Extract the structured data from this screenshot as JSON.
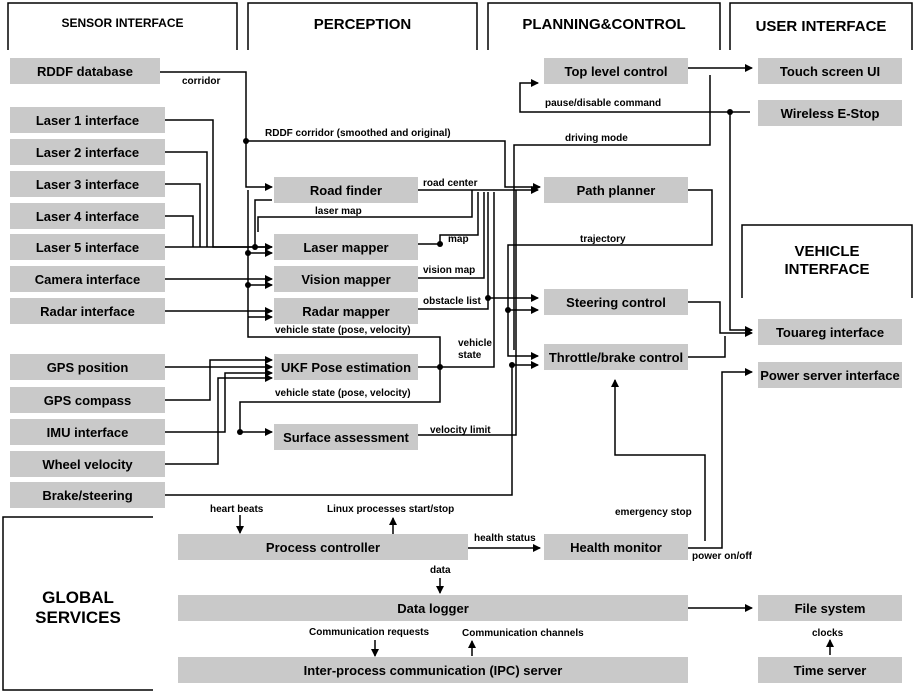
{
  "headers": {
    "sensor_interface": "SENSOR INTERFACE",
    "perception": "PERCEPTION",
    "planning_control": "PLANNING&CONTROL",
    "user_interface": "USER INTERFACE",
    "vehicle_interface_line1": "VEHICLE",
    "vehicle_interface_line2": "INTERFACE",
    "global_services_line1": "GLOBAL",
    "global_services_line2": "SERVICES"
  },
  "boxes": {
    "rddf_database": "RDDF database",
    "laser1": "Laser 1 interface",
    "laser2": "Laser 2 interface",
    "laser3": "Laser 3 interface",
    "laser4": "Laser 4 interface",
    "laser5": "Laser 5 interface",
    "camera": "Camera interface",
    "radar": "Radar interface",
    "gps_position": "GPS position",
    "gps_compass": "GPS compass",
    "imu": "IMU interface",
    "wheel_velocity": "Wheel velocity",
    "brake_steering": "Brake/steering",
    "road_finder": "Road finder",
    "laser_mapper": "Laser mapper",
    "vision_mapper": "Vision mapper",
    "radar_mapper": "Radar mapper",
    "ukf": "UKF Pose estimation",
    "surface_assessment": "Surface assessment",
    "top_level_control": "Top level control",
    "path_planner": "Path planner",
    "steering_control": "Steering control",
    "throttle_brake": "Throttle/brake control",
    "touch_screen": "Touch screen UI",
    "wireless_estop": "Wireless E-Stop",
    "touareg": "Touareg interface",
    "power_server": "Power server interface",
    "process_controller": "Process controller",
    "health_monitor": "Health monitor",
    "data_logger": "Data logger",
    "ipc_server": "Inter-process communication (IPC) server",
    "file_system": "File system",
    "time_server": "Time server"
  },
  "labels": {
    "corridor": "corridor",
    "rddf_corridor": "RDDF corridor (smoothed and original)",
    "pause_disable": "pause/disable command",
    "driving_mode": "driving mode",
    "road_center": "road center",
    "laser_map": "laser map",
    "map": "map",
    "trajectory": "trajectory",
    "vision_map": "vision map",
    "obstacle_list": "obstacle list",
    "vehicle_state_pv": "vehicle state (pose, velocity)",
    "vehicle_state1": "vehicle",
    "vehicle_state2": "state",
    "vehicle_state_pv2": "vehicle state (pose, velocity)",
    "velocity_limit": "velocity limit",
    "heart_beats": "heart beats",
    "linux_processes": "Linux processes start/stop",
    "health_status": "health status",
    "emergency_stop": "emergency stop",
    "power_on_off": "power on/off",
    "data": "data",
    "comm_requests": "Communication requests",
    "comm_channels": "Communication channels",
    "clocks": "clocks"
  }
}
